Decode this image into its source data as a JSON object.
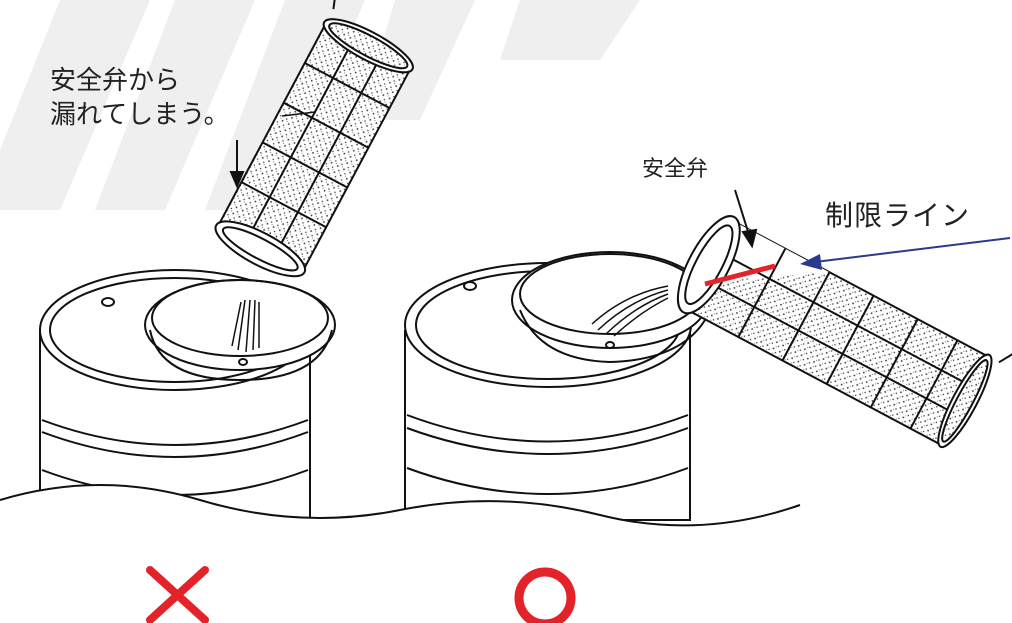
{
  "left_panel": {
    "annotation_line1": "安全弁から",
    "annotation_line2": "漏れてしまう。"
  },
  "right_panel": {
    "valve_label": "安全弁",
    "limit_label": "制限ライン"
  },
  "colors": {
    "wrong_mark": "#e3222a",
    "correct_mark": "#e3222a",
    "limit_line": "#e3222a",
    "pointer_arrow": "#2b3a8f",
    "watermark": "#efefef"
  },
  "icons": {
    "wrong": "cross-mark-icon",
    "correct": "circle-mark-icon"
  }
}
